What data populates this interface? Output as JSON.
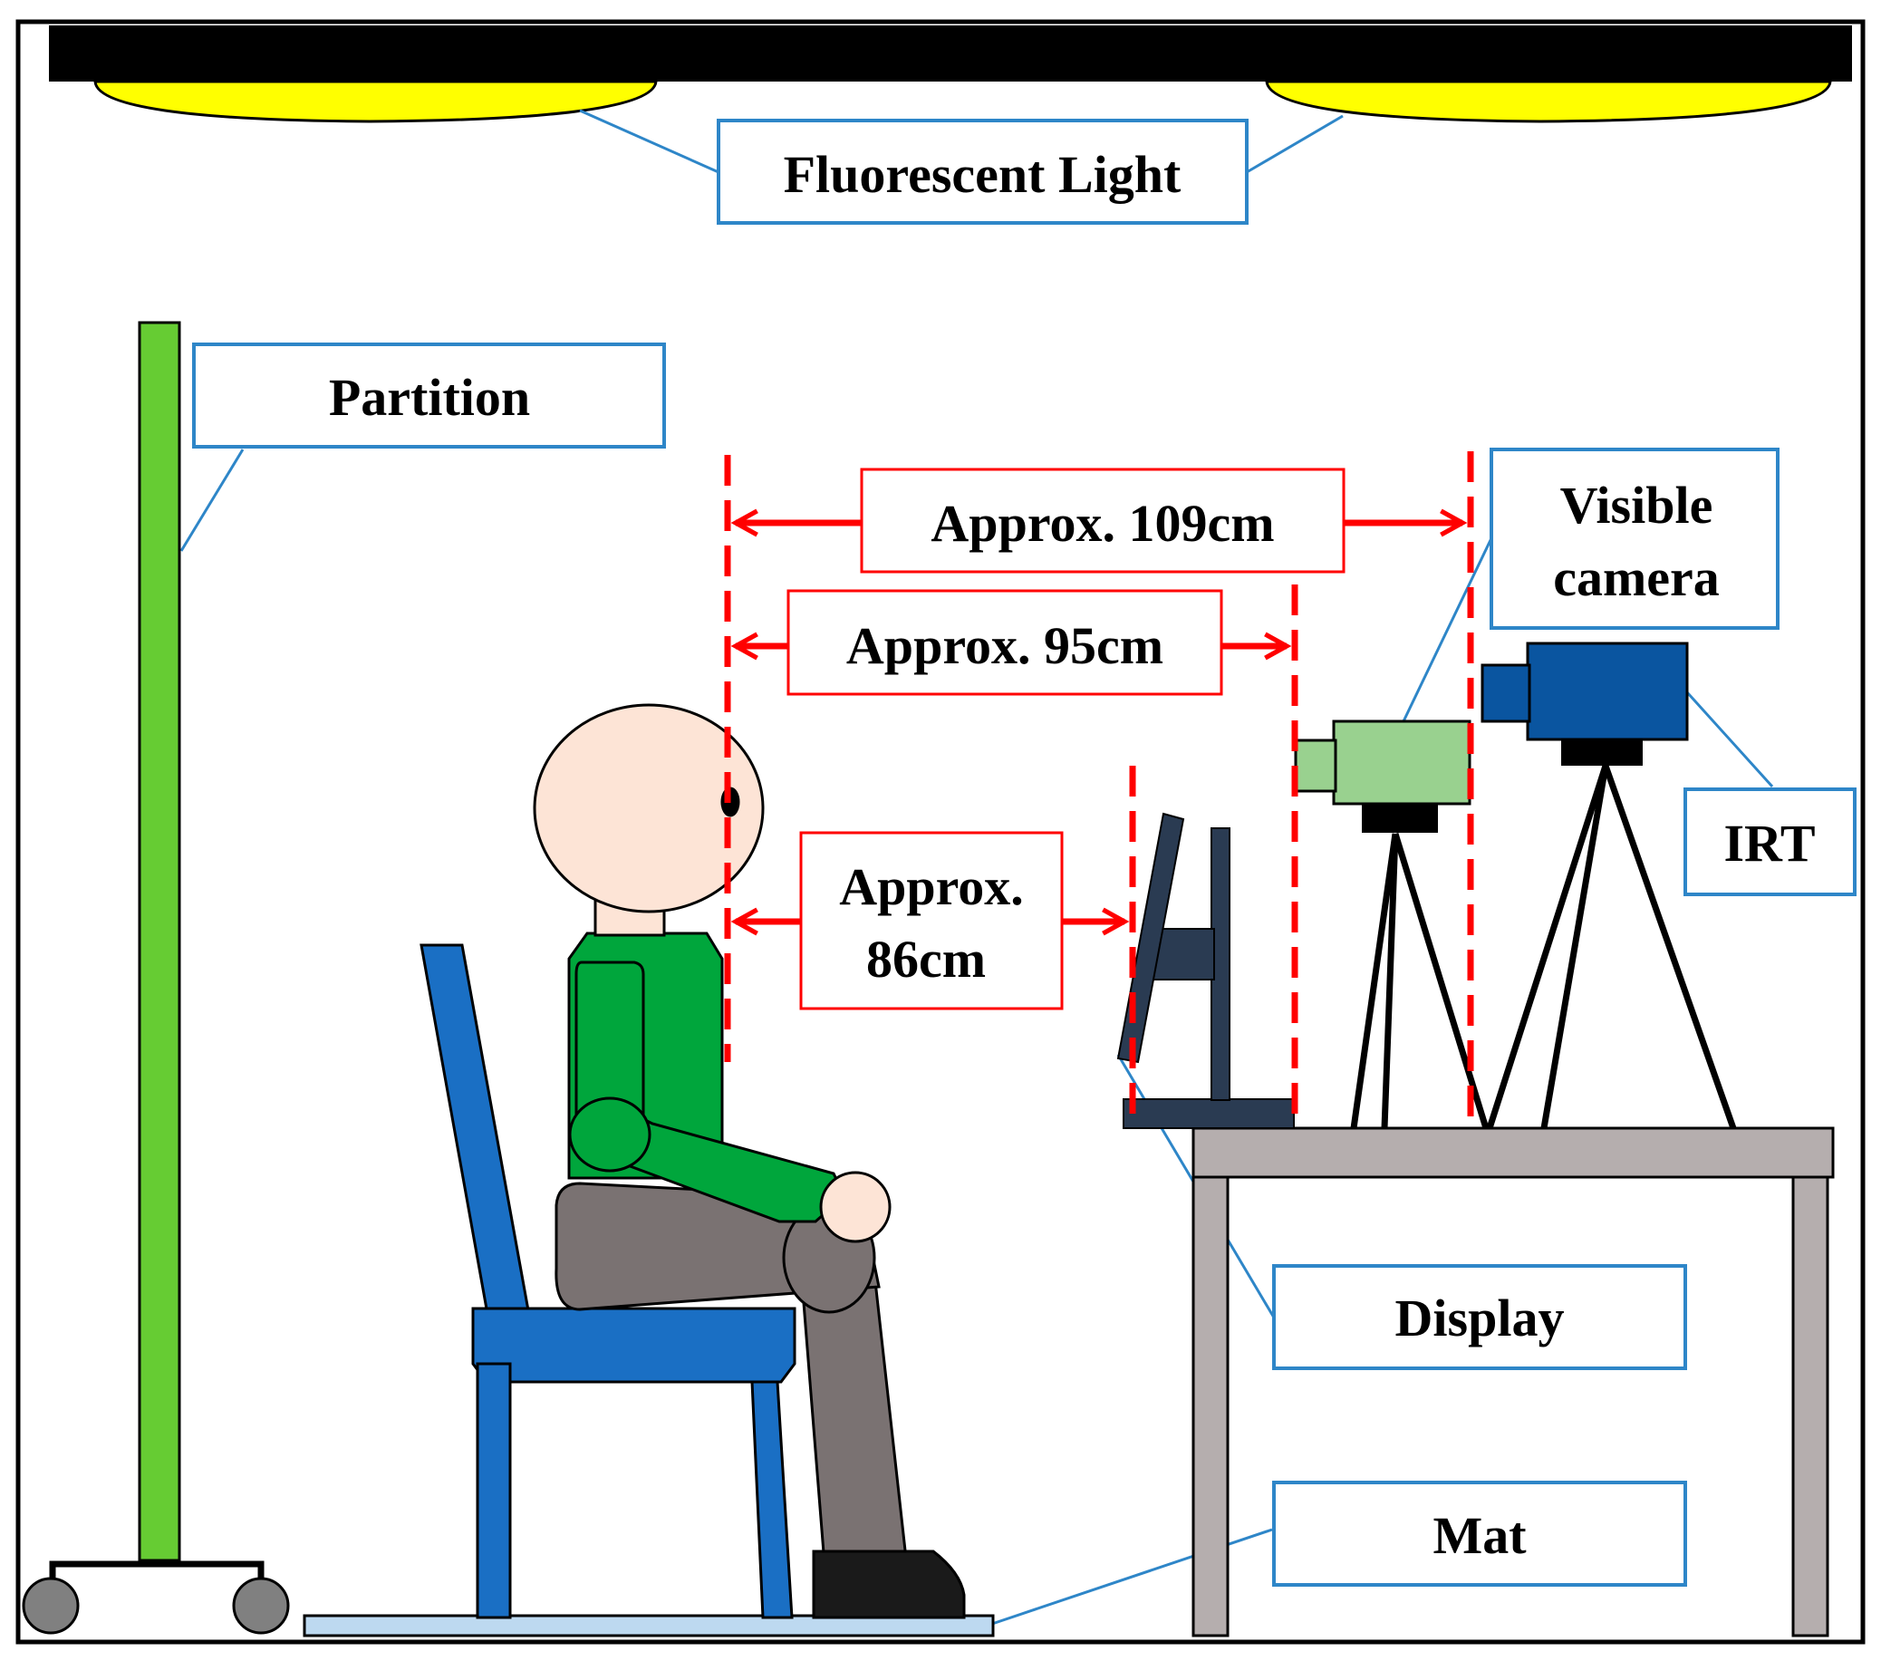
{
  "labels": {
    "fluorescent_light": "Fluorescent Light",
    "partition": "Partition",
    "visible_camera_line1": "Visible",
    "visible_camera_line2": "camera",
    "irt": "IRT",
    "display": "Display",
    "mat": "Mat"
  },
  "distances": {
    "d109": "Approx. 109cm",
    "d95": "Approx. 95cm",
    "d86_line1": "Approx.",
    "d86_line2": "86cm"
  },
  "colors": {
    "light": "#ffff00",
    "partition": "#66cc33",
    "chair": "#1a6fc4",
    "shirt": "#00a63c",
    "pants": "#7a7272",
    "skin": "#fde4d6",
    "shoe": "#1a1a1a",
    "mat": "#bdd9f0",
    "desk": "#b5aeae",
    "monitor": "#2a3b52",
    "visible_camera": "#99d18f",
    "irt_camera": "#0a55a0",
    "callout_border": "#2e86c8",
    "distance_red": "#ff0000"
  }
}
